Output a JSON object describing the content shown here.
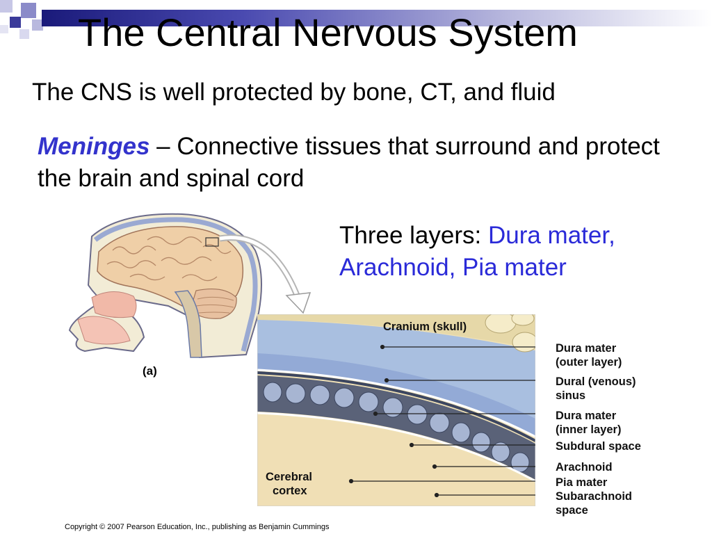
{
  "slide": {
    "title": "The Central Nervous System",
    "subtitle": "The CNS is well protected by bone, CT, and fluid",
    "meninges": {
      "term": "Meninges",
      "definition": " – Connective tissues that surround and protect the brain and spinal cord"
    },
    "layers": {
      "prefix": "Three layers: ",
      "names": "Dura mater, Arachnoid, Pia mater"
    },
    "copyright": "Copyright © 2007 Pearson Education, Inc., publishing as Benjamin Cummings"
  },
  "figure": {
    "panel_label": "(a)",
    "cranium_label": "Cranium (skull)",
    "cortex_label": [
      "Cerebral",
      "cortex"
    ],
    "callouts": [
      [
        "Dura mater",
        "(outer layer)"
      ],
      [
        "Dural (venous)",
        "sinus"
      ],
      [
        "Dura mater",
        "(inner layer)"
      ],
      [
        "Subdural space"
      ],
      [
        "Arachnoid"
      ],
      [
        "Pia mater"
      ],
      [
        "Subarachnoid",
        "space"
      ]
    ]
  },
  "colors": {
    "header_dark": "#1a1a7a",
    "accent_blue": "#2a2ad8",
    "meninges_term": "#3333cc",
    "skull": "#e8dcae",
    "dura": "#9db4dc"
  }
}
